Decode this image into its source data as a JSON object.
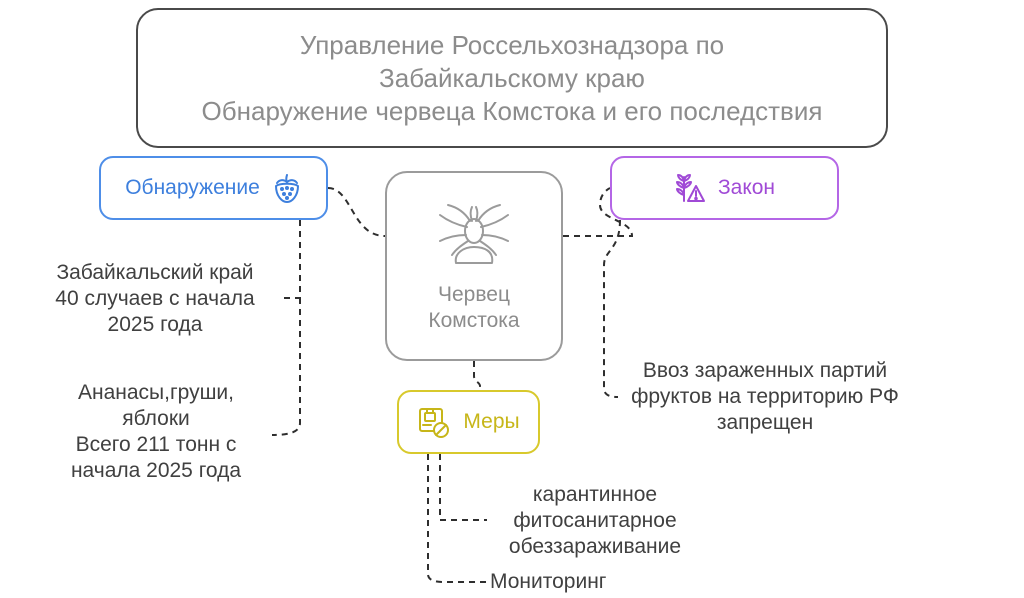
{
  "title": {
    "lines": [
      "Управление Россельхознадзора по",
      "Забайкальскому краю",
      "Обнаружение червеца Комстока и его последствия"
    ]
  },
  "center": {
    "label_lines": [
      "Червец",
      "Комстока"
    ],
    "icon": "mealybug-icon"
  },
  "detection": {
    "label": "Обнаружение",
    "icon": "strawberry-icon",
    "color": "#3d7fdd",
    "items": [
      {
        "lines": [
          "Забайкальский край",
          "40 случаев с  начала",
          "2025 года"
        ]
      },
      {
        "lines": [
          "Ананасы,груши,",
          "яблоки",
          "Всего 211 тонн с",
          "начала 2025 года"
        ]
      }
    ]
  },
  "law": {
    "label": "Закон",
    "icon": "wheat-warning-icon",
    "color": "#a04ad6",
    "items": [
      {
        "lines": [
          "Ввоз зараженных партий",
          "фруктов на территорию РФ",
          "запрещен"
        ]
      }
    ]
  },
  "measures": {
    "label": "Меры",
    "icon": "quarantine-measures-icon",
    "color": "#c7b619",
    "items": [
      {
        "lines": [
          "карантинное",
          "фитосанитарное",
          "обеззараживание"
        ]
      },
      {
        "lines": [
          "Мониторинг"
        ]
      }
    ]
  }
}
